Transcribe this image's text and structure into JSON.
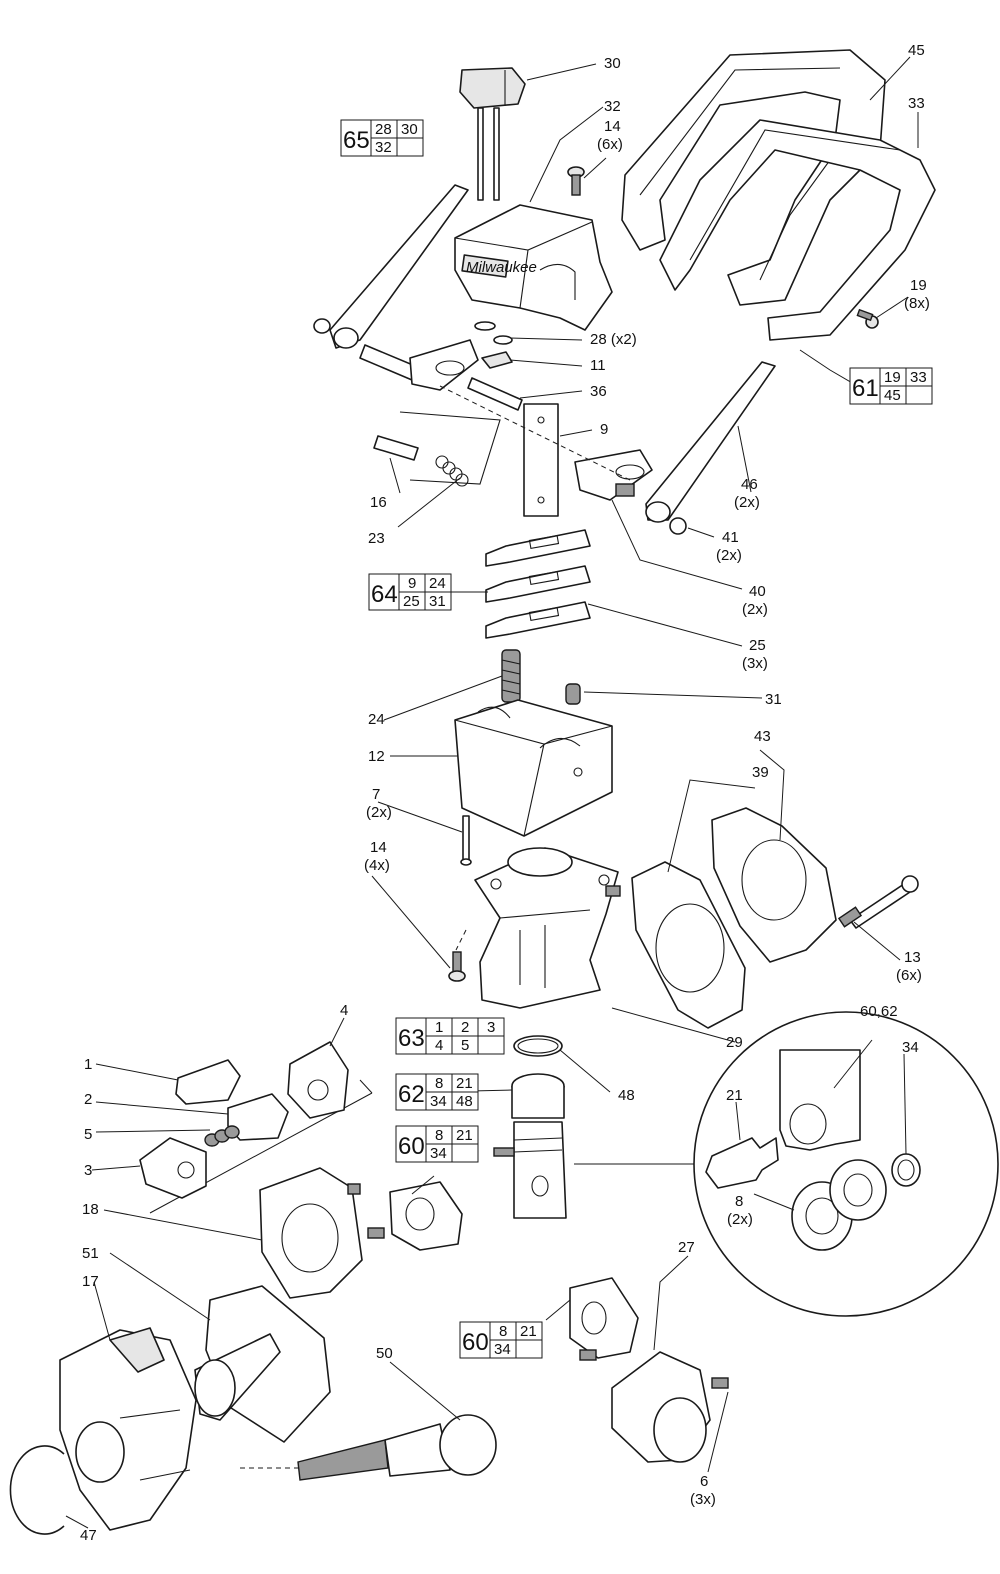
{
  "callouts": [
    {
      "id": "c30",
      "text": "30"
    },
    {
      "id": "c32",
      "text": "32"
    },
    {
      "id": "c14a",
      "text": "14"
    },
    {
      "id": "c14a_q",
      "text": "(6x)"
    },
    {
      "id": "c45",
      "text": "45"
    },
    {
      "id": "c33",
      "text": "33"
    },
    {
      "id": "c19",
      "text": "19"
    },
    {
      "id": "c19_q",
      "text": "(8x)"
    },
    {
      "id": "c28",
      "text": "28 (x2)"
    },
    {
      "id": "c11",
      "text": "11"
    },
    {
      "id": "c36",
      "text": "36"
    },
    {
      "id": "c9",
      "text": "9"
    },
    {
      "id": "c16",
      "text": "16"
    },
    {
      "id": "c23",
      "text": "23"
    },
    {
      "id": "c46",
      "text": "46"
    },
    {
      "id": "c46_q",
      "text": "(2x)"
    },
    {
      "id": "c41",
      "text": "41"
    },
    {
      "id": "c41_q",
      "text": "(2x)"
    },
    {
      "id": "c40",
      "text": "40"
    },
    {
      "id": "c40_q",
      "text": "(2x)"
    },
    {
      "id": "c25",
      "text": "25"
    },
    {
      "id": "c25_q",
      "text": "(3x)"
    },
    {
      "id": "c31",
      "text": "31"
    },
    {
      "id": "c24",
      "text": "24"
    },
    {
      "id": "c12",
      "text": "12"
    },
    {
      "id": "c43",
      "text": "43"
    },
    {
      "id": "c39",
      "text": "39"
    },
    {
      "id": "c7",
      "text": "7"
    },
    {
      "id": "c7_q",
      "text": "(2x)"
    },
    {
      "id": "c14b",
      "text": "14"
    },
    {
      "id": "c14b_q",
      "text": "(4x)"
    },
    {
      "id": "c13",
      "text": "13"
    },
    {
      "id": "c13_q",
      "text": "(6x)"
    },
    {
      "id": "c29",
      "text": "29"
    },
    {
      "id": "c4",
      "text": "4"
    },
    {
      "id": "c1",
      "text": "1"
    },
    {
      "id": "c2",
      "text": "2"
    },
    {
      "id": "c5",
      "text": "5"
    },
    {
      "id": "c3",
      "text": "3"
    },
    {
      "id": "c48",
      "text": "48"
    },
    {
      "id": "c6062",
      "text": "60,62"
    },
    {
      "id": "c34",
      "text": "34"
    },
    {
      "id": "c21",
      "text": "21"
    },
    {
      "id": "c8",
      "text": "8"
    },
    {
      "id": "c8_q",
      "text": "(2x)"
    },
    {
      "id": "c18",
      "text": "18"
    },
    {
      "id": "c51",
      "text": "51"
    },
    {
      "id": "c17",
      "text": "17"
    },
    {
      "id": "c27",
      "text": "27"
    },
    {
      "id": "c50",
      "text": "50"
    },
    {
      "id": "c6",
      "text": "6"
    },
    {
      "id": "c6_q",
      "text": "(3x)"
    },
    {
      "id": "c47",
      "text": "47"
    }
  ],
  "kits": [
    {
      "id": "kit65",
      "number": "65",
      "cells": [
        "28",
        "30",
        "32",
        ""
      ]
    },
    {
      "id": "kit61",
      "number": "61",
      "cells": [
        "19",
        "33",
        "45",
        ""
      ]
    },
    {
      "id": "kit64",
      "number": "64",
      "cells": [
        "9",
        "24",
        "25",
        "31"
      ]
    },
    {
      "id": "kit63",
      "number": "63",
      "cells": [
        "1",
        "2",
        "3",
        "4",
        "5",
        ""
      ]
    },
    {
      "id": "kit62",
      "number": "62",
      "cells": [
        "8",
        "21",
        "34",
        "48"
      ]
    },
    {
      "id": "kit60a",
      "number": "60",
      "cells": [
        "8",
        "21",
        "34",
        ""
      ]
    },
    {
      "id": "kit60b",
      "number": "60",
      "cells": [
        "8",
        "21",
        "34",
        ""
      ]
    }
  ],
  "brand_mark": "Milwaukee",
  "colors": {
    "line": "#1a1a1a",
    "background": "#ffffff"
  }
}
